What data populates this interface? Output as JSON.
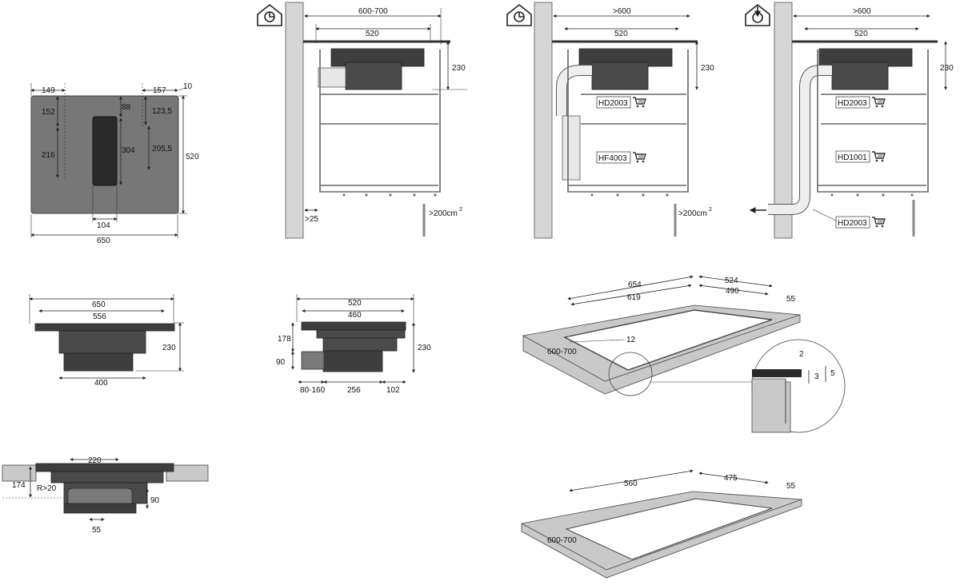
{
  "top_view": {
    "dims": [
      "149",
      "157",
      "10",
      "152",
      "88",
      "123,5",
      "216",
      "304",
      "205,5",
      "520",
      "104",
      "650"
    ]
  },
  "panel1": {
    "dims": [
      "600-700",
      "520",
      "230",
      ">25",
      ">200cm",
      "2"
    ]
  },
  "panel2": {
    "dims": [
      ">600",
      "520",
      "230",
      ">200cm",
      "2"
    ],
    "parts": [
      "HD2003",
      "HF4003"
    ]
  },
  "panel3": {
    "dims": [
      ">600",
      "520",
      "230"
    ],
    "parts": [
      "HD2003",
      "HD1001",
      "HD2003"
    ]
  },
  "front_view": {
    "dims": [
      "650",
      "556",
      "230",
      "400"
    ]
  },
  "side_view": {
    "dims": [
      "520",
      "460",
      "178",
      "90",
      "230",
      "80-160",
      "256",
      "102"
    ]
  },
  "countertop_view": {
    "dims": [
      "220",
      "174",
      "R>20",
      "90",
      "55"
    ]
  },
  "cutout_flush": {
    "dims": [
      "654",
      "524",
      "619",
      "490",
      "55",
      "12",
      "600-700"
    ],
    "detail_dims": [
      "2",
      "3",
      "5"
    ]
  },
  "cutout_standard": {
    "dims": [
      "560",
      "475",
      "55",
      "600-700"
    ]
  },
  "colors": {
    "hob": "#3e3e3e",
    "hob_top": "#7a7a7a",
    "wall": "#d6d6d6",
    "counter": "#c9c9c9"
  },
  "icons": [
    "house-wall-outlet-icon",
    "house-wall-outlet-icon",
    "house-recirculation-icon",
    "cart-icon"
  ]
}
